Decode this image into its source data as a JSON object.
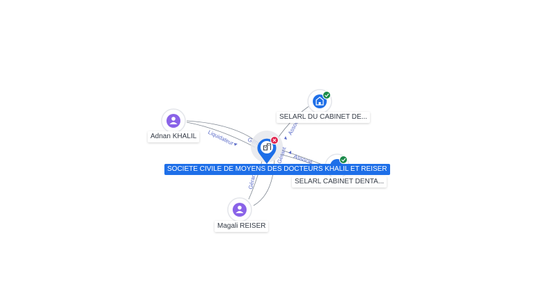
{
  "center": {
    "label": "SOCIETE CIVILE DE MOYENS DES DOCTEURS KHALIL ET REISER",
    "icon": "building-icon",
    "badge": "closed-x-badge"
  },
  "nodes": {
    "adnan": {
      "label": "Adnan KHALIL",
      "icon": "person-icon"
    },
    "magali": {
      "label": "Magali REISER",
      "icon": "person-icon"
    },
    "selarl_du": {
      "label": "SELARL DU CABINET DE...",
      "icon": "building-icon",
      "badge": "active-check-badge"
    },
    "selarl_dentaire": {
      "label": "SELARL CABINET DENTA...",
      "icon": "building-icon",
      "badge": "active-check-badge"
    }
  },
  "edges": {
    "adnan_liquidateur": "Liquidateur",
    "adnan_gerant": "Gérant",
    "magali_gerant": "Gérant",
    "selarl_du_associe": "Associé",
    "center_gerant_up": "Gérant",
    "selarl_dentaire_associe": "Associé"
  },
  "colors": {
    "center_blue": "#1e6fe8",
    "person_purple": "#8a63e8",
    "company_blue": "#1e6fe8",
    "badge_green": "#1a8a4a",
    "badge_red": "#e0244f",
    "edge_gray": "#7d8590",
    "edge_label": "#5b6cc9"
  }
}
